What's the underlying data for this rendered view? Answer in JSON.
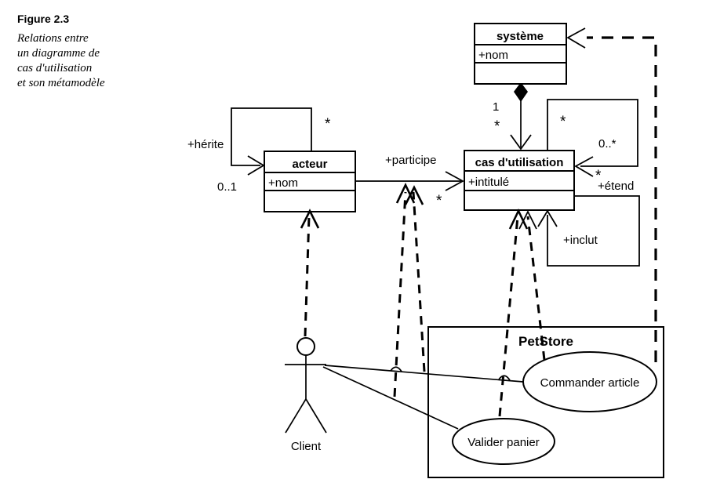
{
  "figure": {
    "label": "Figure 2.3",
    "caption": {
      "line1": "Relations entre",
      "line2": "un diagramme de",
      "line3": "cas d'utilisation",
      "line4": "et son métamodèle"
    }
  },
  "metamodel": {
    "systeme": {
      "title": "système",
      "attribute": "+nom"
    },
    "acteur": {
      "title": "acteur",
      "attribute": "+nom"
    },
    "cas_utilisation": {
      "title": "cas d'utilisation",
      "attribute": "+intitulé"
    },
    "herite": {
      "label": "+hérite",
      "mult_source": "*",
      "mult_target": "0..1"
    },
    "participe": {
      "label": "+participe",
      "mult_target": "*"
    },
    "composition": {
      "mult_systeme": "1",
      "mult_cas": "*"
    },
    "etend": {
      "label": "+étend",
      "mult_source": "*",
      "mult": "0..*",
      "mult_target": "*"
    },
    "inclut": {
      "label": "+inclut"
    }
  },
  "model": {
    "system": "PetStore",
    "use_case_1": "Commander article",
    "use_case_2": "Valider panier",
    "actor": "Client"
  },
  "colors": {
    "ink": "#000000",
    "background": "#ffffff"
  }
}
